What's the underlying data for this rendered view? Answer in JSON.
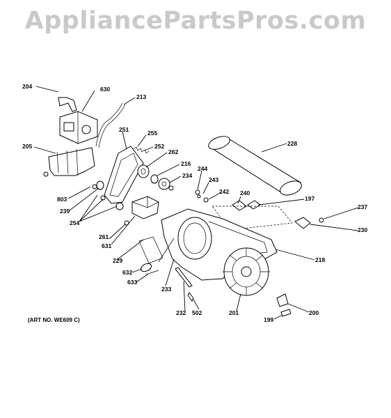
{
  "watermark": "AppliancePartsPros.com",
  "art_note": "(ART NO. WE609 C)",
  "callouts": [
    "204",
    "630",
    "213",
    "251",
    "255",
    "205",
    "252",
    "262",
    "216",
    "234",
    "244",
    "243",
    "242",
    "228",
    "803",
    "239",
    "254",
    "240",
    "197",
    "237",
    "230",
    "261",
    "631",
    "229",
    "632",
    "633",
    "233",
    "218",
    "232",
    "502",
    "201",
    "199",
    "200"
  ],
  "colors": {
    "watermark": "#c9c9c9",
    "lines": "#000000",
    "background": "#ffffff"
  }
}
